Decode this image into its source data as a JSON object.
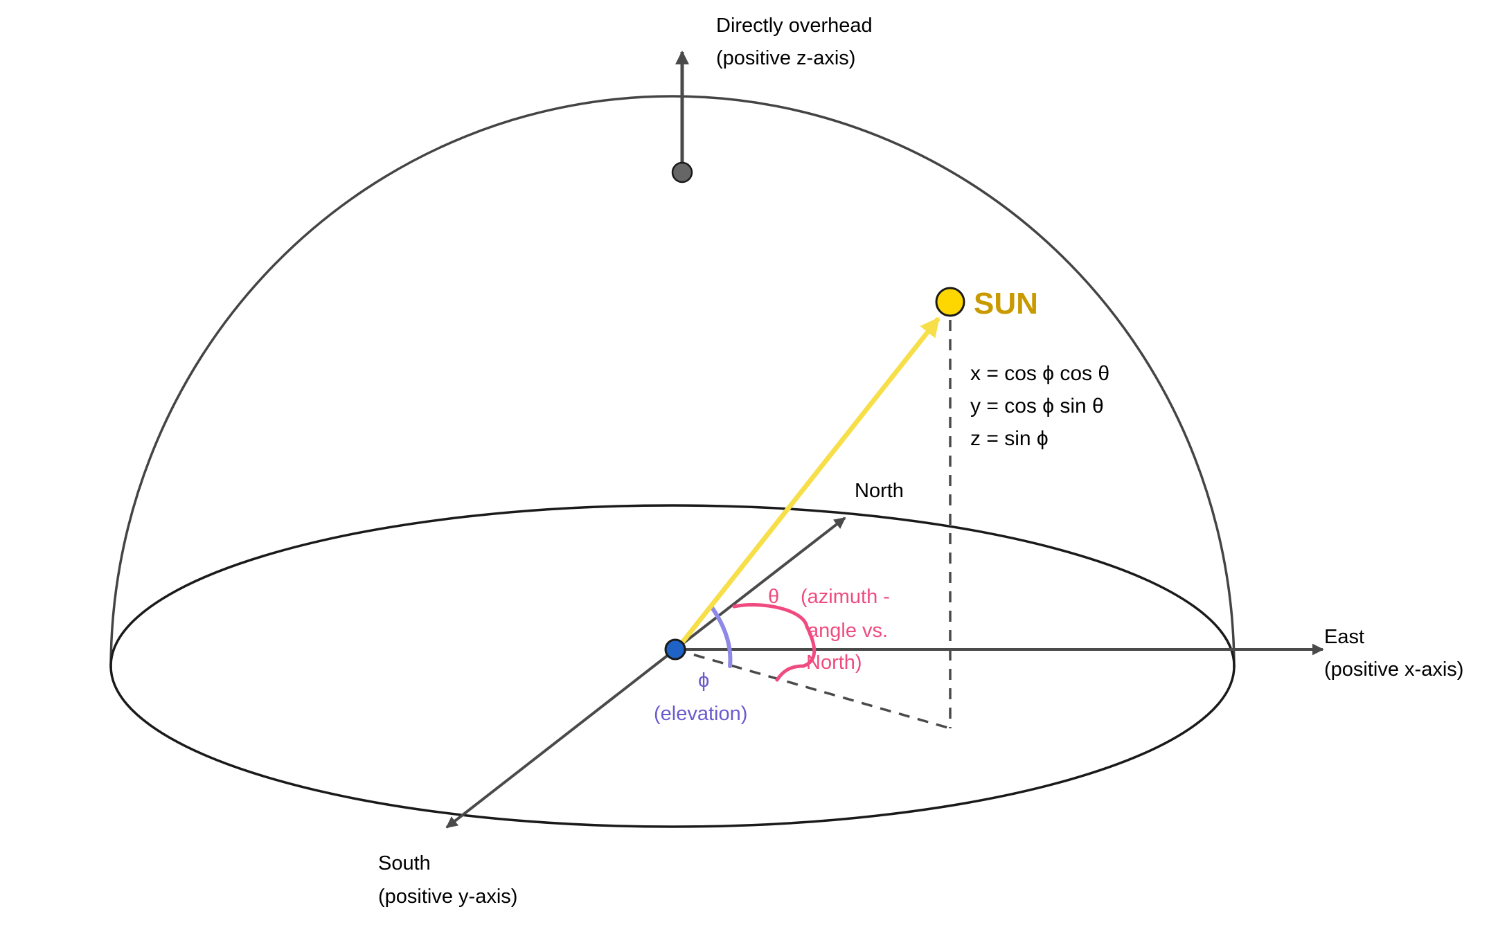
{
  "labels": {
    "overhead_line1": "Directly overhead",
    "overhead_line2": "(positive z-axis)",
    "sun": "SUN",
    "north": "North",
    "east_line1": "East",
    "east_line2": "(positive x-axis)",
    "south_line1": "South",
    "south_line2": "(positive y-axis)",
    "theta_symbol": "θ",
    "theta_line1": "(azimuth -",
    "theta_line2": "angle vs.",
    "theta_line3": "North)",
    "phi_symbol": "ϕ",
    "phi_line1": "(elevation)"
  },
  "equations": {
    "x": "x = cos ϕ cos θ",
    "y": "y = cos ϕ sin θ",
    "z": "z = sin ϕ"
  },
  "colors": {
    "sun_fill": "#ffd700",
    "sun_label": "#c99a00",
    "sun_vector": "#f7df4a",
    "azimuth": "#f04b80",
    "elevation": "#6a5acd",
    "elevation_arc": "#8f88e6",
    "origin": "#1f63c6",
    "axis": "#4a4a4a",
    "outline": "#1a1a1a"
  }
}
